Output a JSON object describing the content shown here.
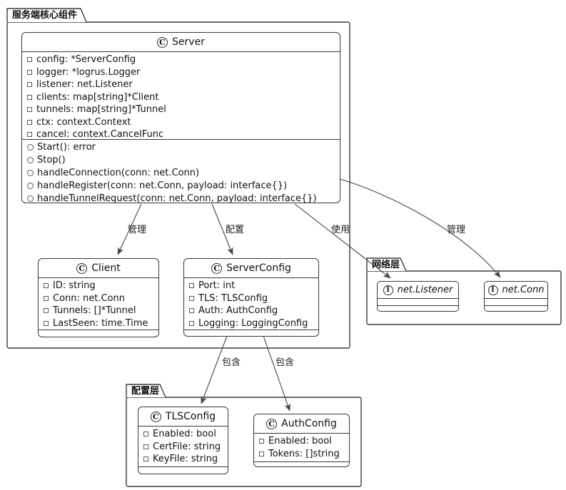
{
  "packages": {
    "core": {
      "title": "服务端核心组件"
    },
    "network": {
      "title": "网络层"
    },
    "config": {
      "title": "配置层"
    }
  },
  "classes": {
    "server": {
      "icon": "C",
      "name": "Server",
      "fields": [
        "config: *ServerConfig",
        "logger: *logrus.Logger",
        "listener: net.Listener",
        "clients: map[string]*Client",
        "tunnels: map[string]*Tunnel",
        "ctx: context.Context",
        "cancel: context.CancelFunc"
      ],
      "methods": [
        "Start(): error",
        "Stop()",
        "handleConnection(conn: net.Conn)",
        "handleRegister(conn: net.Conn, payload: interface{})",
        "handleTunnelRequest(conn: net.Conn, payload: interface{})"
      ]
    },
    "client": {
      "icon": "C",
      "name": "Client",
      "fields": [
        "ID: string",
        "Conn: net.Conn",
        "Tunnels: []*Tunnel",
        "LastSeen: time.Time"
      ]
    },
    "server_config": {
      "icon": "C",
      "name": "ServerConfig",
      "fields": [
        "Port: int",
        "TLS: TLSConfig",
        "Auth: AuthConfig",
        "Logging: LoggingConfig"
      ]
    },
    "net_listener": {
      "icon": "I",
      "name": "net.Listener"
    },
    "net_conn": {
      "icon": "I",
      "name": "net.Conn"
    },
    "tls_config": {
      "icon": "C",
      "name": "TLSConfig",
      "fields": [
        "Enabled: bool",
        "CertFile: string",
        "KeyFile: string"
      ]
    },
    "auth_config": {
      "icon": "C",
      "name": "AuthConfig",
      "fields": [
        "Enabled: bool",
        "Tokens: []string"
      ]
    }
  },
  "edges": {
    "manage_client": {
      "label": "管理"
    },
    "configure": {
      "label": "配置"
    },
    "use": {
      "label": "使用"
    },
    "manage_conn": {
      "label": "管理"
    },
    "contains_tls": {
      "label": "包含"
    },
    "contains_auth": {
      "label": "包含"
    }
  },
  "colors": {
    "line": "#454545",
    "border": "#383838",
    "background": "#ffffff"
  }
}
